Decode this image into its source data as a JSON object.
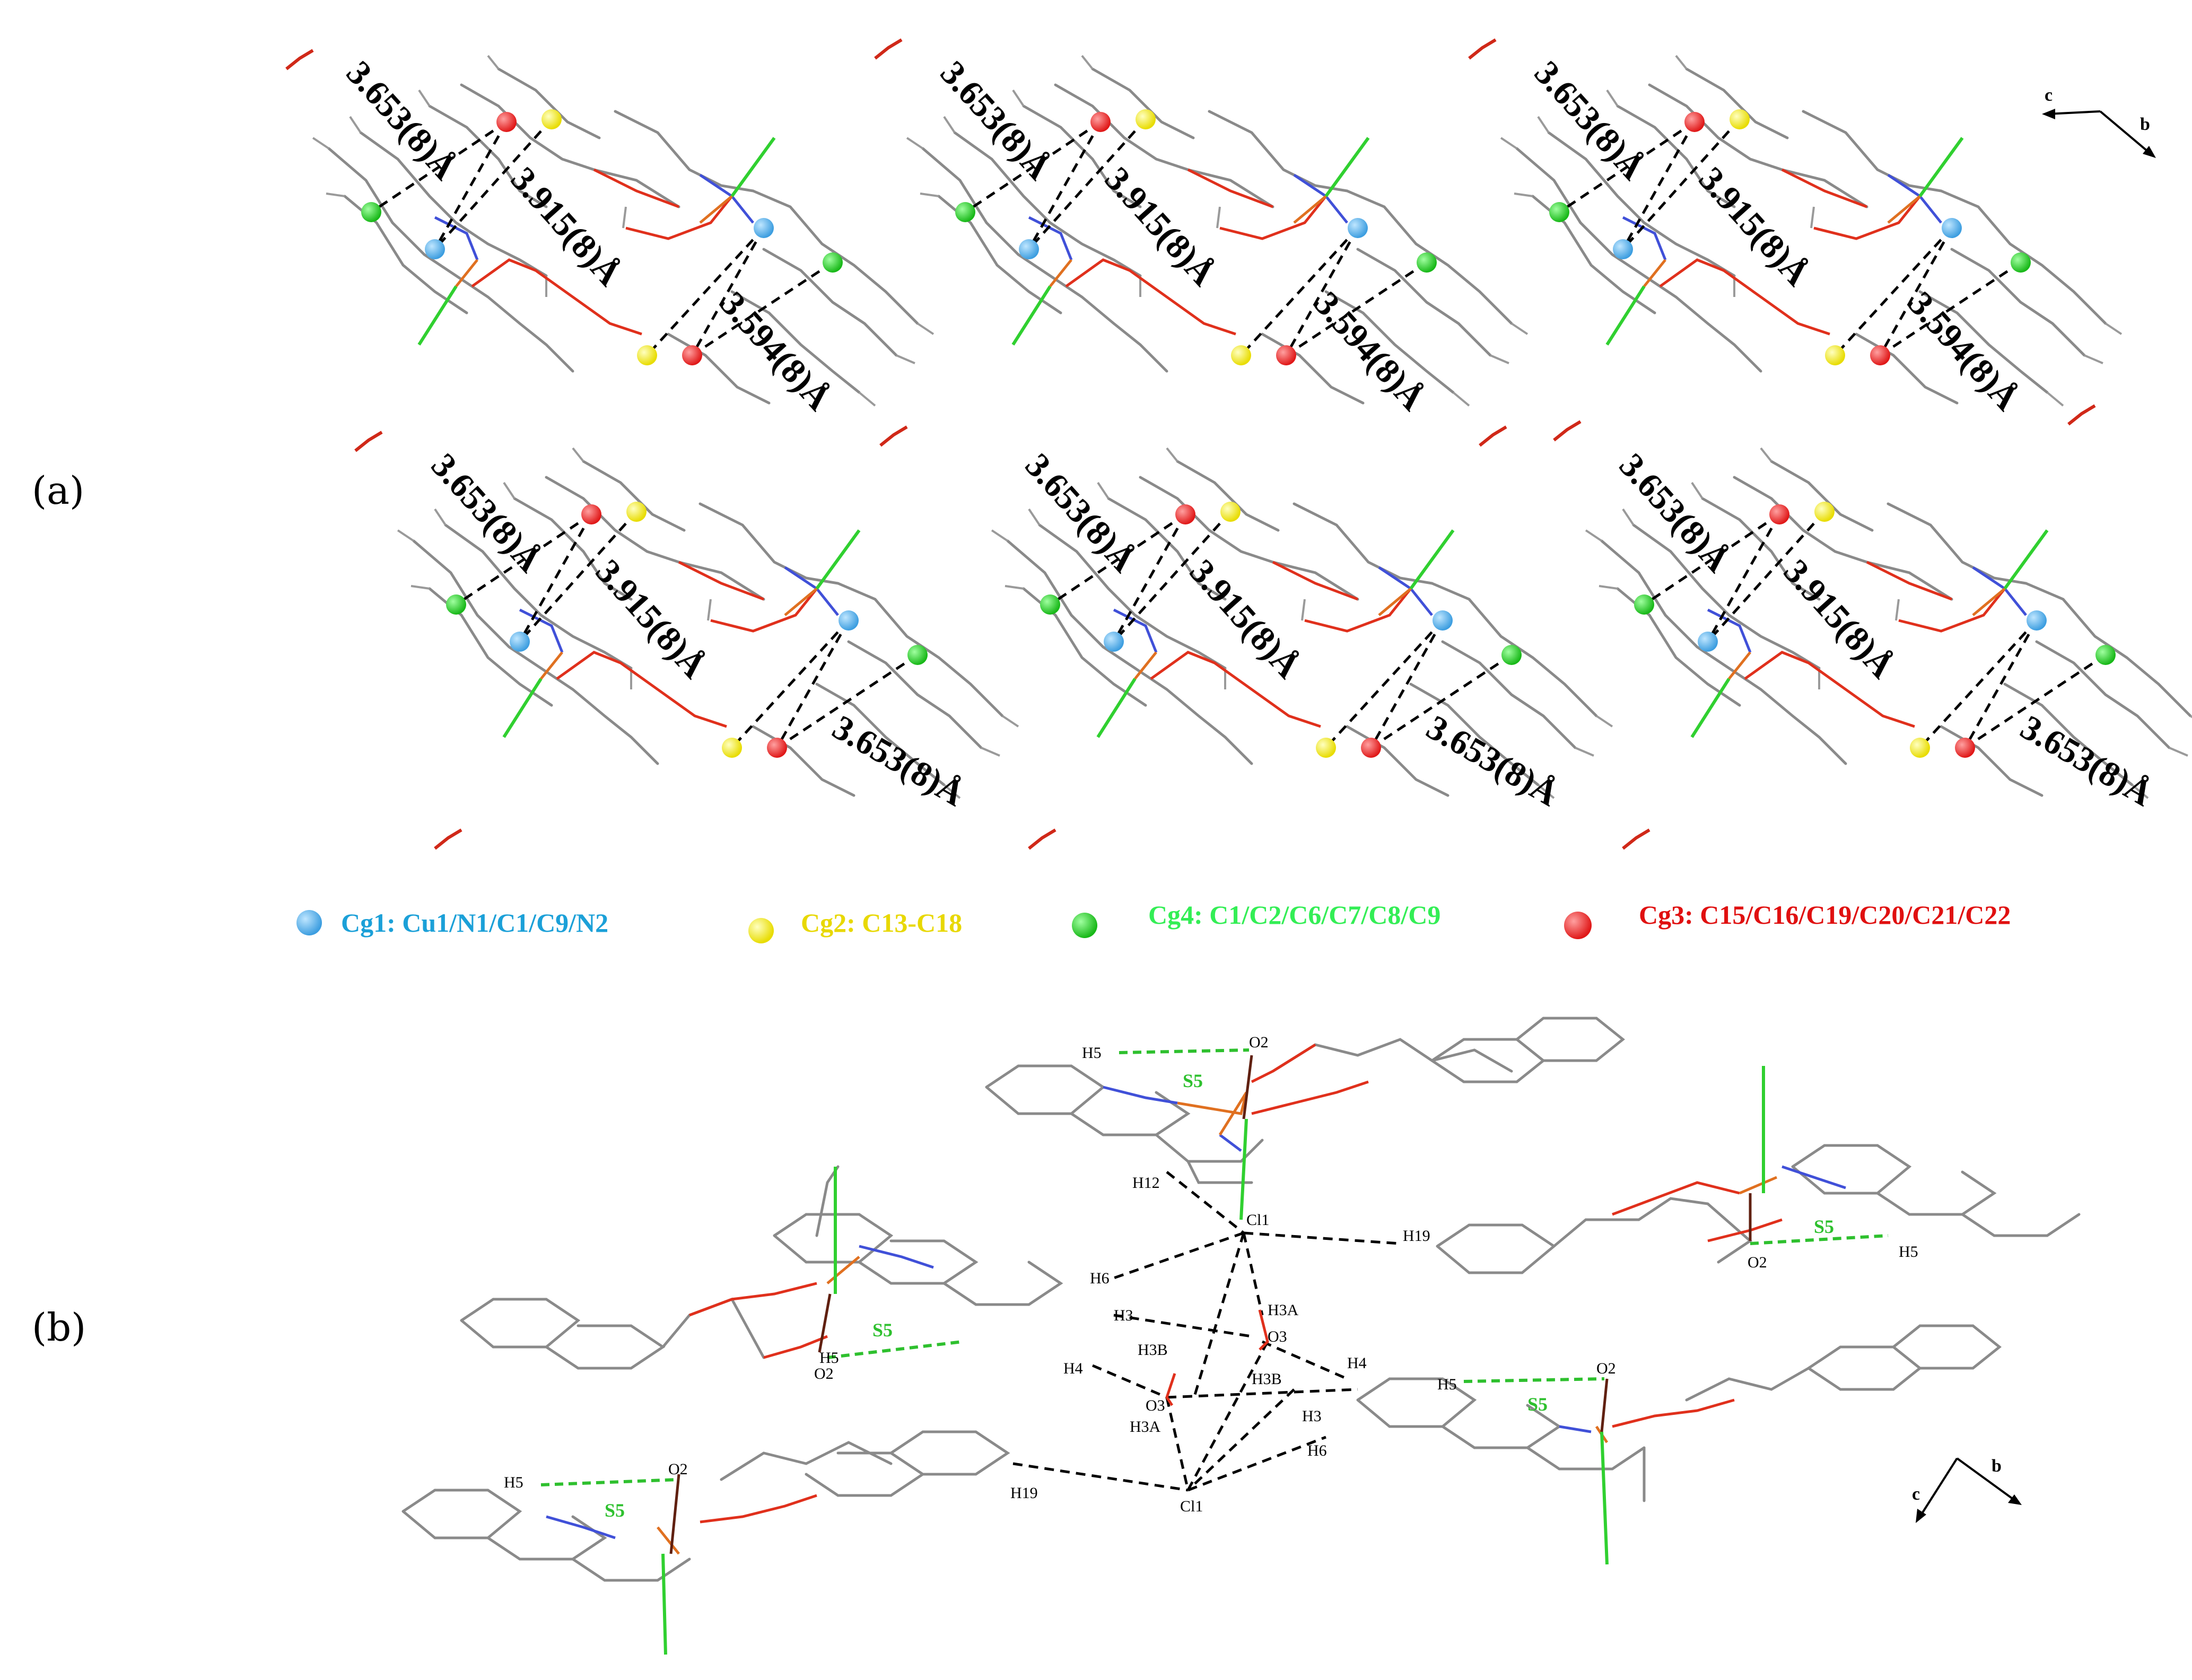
{
  "panels": {
    "a_label": "(a)",
    "b_label": "(b)"
  },
  "panel_a": {
    "axis": {
      "c": "c",
      "b": "b"
    },
    "top_row_labels": [
      "3.653(8)Å",
      "3.915(8)Å",
      "3.594(8)Å"
    ],
    "bottom_row_labels": [
      "3.653(8)Å",
      "3.915(8)Å",
      "3.653(8)Å"
    ],
    "centroid_colors": {
      "cg1": "#4aa8e8",
      "cg2": "#f2e600",
      "cg3": "#e82020",
      "cg4": "#22cc22"
    }
  },
  "legend": [
    {
      "id": "cg1",
      "text": "Cg1: Cu1/N1/C1/C9/N2",
      "color": "#1ba0d8"
    },
    {
      "id": "cg2",
      "text": "Cg2: C13-C18",
      "color": "#e8d800"
    },
    {
      "id": "cg4",
      "text": "Cg4: C1/C2/C6/C7/C8/C9",
      "color": "#33ee55"
    },
    {
      "id": "cg3",
      "text": "Cg3: C15/C16/C19/C20/C21/C22",
      "color": "#e01010"
    }
  ],
  "panel_b": {
    "axis": {
      "c": "c",
      "b": "b"
    },
    "atoms": {
      "H5": "H5",
      "O2": "O2",
      "S5": "S5",
      "H12": "H12",
      "Cl1": "Cl1",
      "H19": "H19",
      "H6": "H6",
      "H3": "H3",
      "H3A": "H3A",
      "O3": "O3",
      "H3B": "H3B",
      "H4": "H4"
    }
  }
}
